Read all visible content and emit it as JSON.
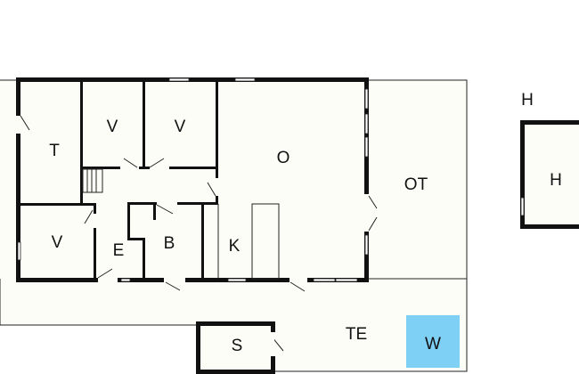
{
  "floorplan": {
    "rooms": {
      "t": "T",
      "v1": "V",
      "v2": "V",
      "v3": "V",
      "o": "O",
      "ot": "OT",
      "e": "E",
      "b": "B",
      "k": "K",
      "te": "TE",
      "w": "W",
      "s": "S",
      "h_outside": "H",
      "h_building": "H"
    },
    "colors": {
      "wall": "#111111",
      "floor": "#fdfdf8",
      "highlight_w": "#7fd0f5"
    }
  }
}
